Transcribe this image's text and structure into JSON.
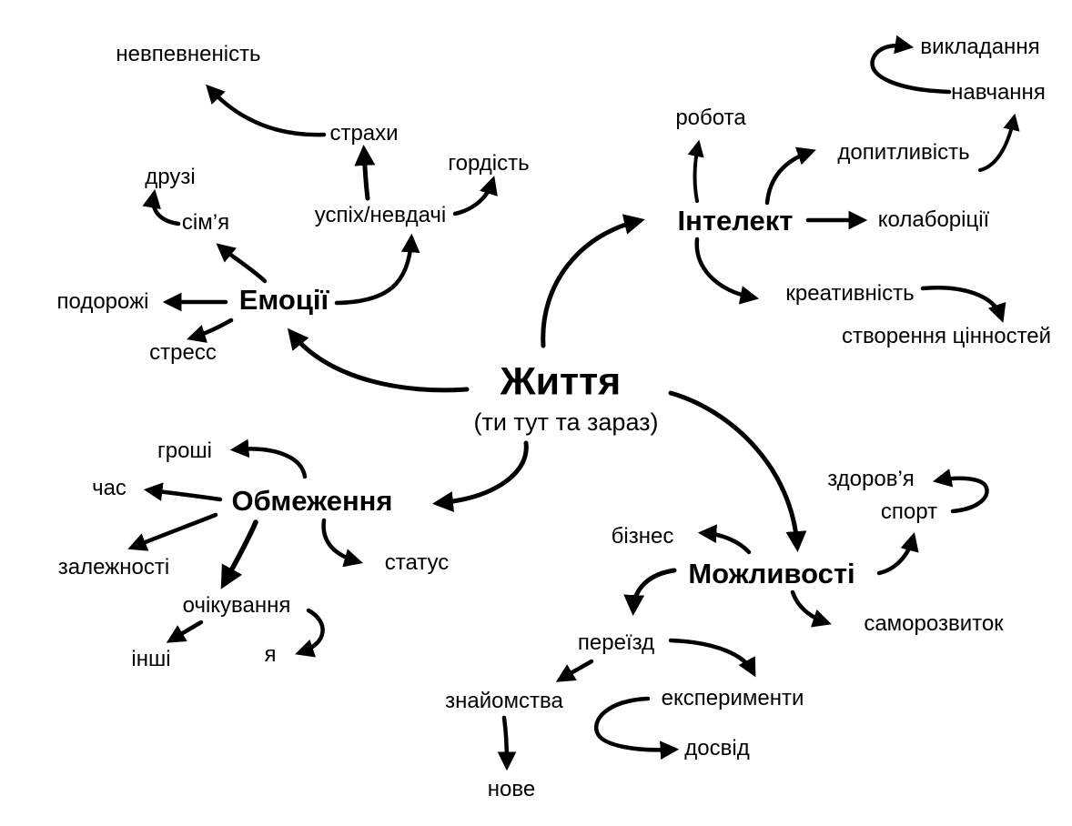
{
  "page": {
    "background_color": "#ffffff",
    "ink_color": "#000000"
  },
  "diagram": {
    "type": "mindmap",
    "language": "Ukrainian",
    "center_node": "zhyttia",
    "nodes": {
      "zhyttia": {
        "label": "Життя",
        "subtitle": "(ти тут та зараз)",
        "level": "center"
      },
      "emotsii": {
        "label": "Емоції",
        "level": "branch"
      },
      "intelekt": {
        "label": "Інтелект",
        "level": "branch"
      },
      "obmezhennia": {
        "label": "Обмеження",
        "level": "branch"
      },
      "mozhlyvosti": {
        "label": "Можливості",
        "level": "branch"
      },
      "nevpevnenist": {
        "label": "невпевненість",
        "level": "leaf"
      },
      "strakhy": {
        "label": "страхи",
        "level": "leaf"
      },
      "hordist": {
        "label": "гордість",
        "level": "leaf"
      },
      "druzi": {
        "label": "друзі",
        "level": "leaf"
      },
      "simia": {
        "label": "сім’я",
        "level": "leaf"
      },
      "uspikh": {
        "label": "успіх/невдачі",
        "level": "leaf"
      },
      "podorozhi": {
        "label": "подорожі",
        "level": "leaf"
      },
      "stress": {
        "label": "стресс",
        "level": "leaf"
      },
      "robota": {
        "label": "робота",
        "level": "leaf"
      },
      "vykladannia": {
        "label": "викладання",
        "level": "leaf"
      },
      "navchannia": {
        "label": "навчання",
        "level": "leaf"
      },
      "dopytlyvist": {
        "label": "допитливість",
        "level": "leaf"
      },
      "kolaboritsii": {
        "label": "колаборіції",
        "level": "leaf"
      },
      "kreatyvnist": {
        "label": "креативність",
        "level": "leaf"
      },
      "stvorennia": {
        "label": "створення цінностей",
        "level": "leaf"
      },
      "hroshi": {
        "label": "гроші",
        "level": "leaf"
      },
      "chas": {
        "label": "час",
        "level": "leaf"
      },
      "zalezhnosti": {
        "label": "залежності",
        "level": "leaf"
      },
      "status": {
        "label": "статус",
        "level": "leaf"
      },
      "ochikuvannia": {
        "label": "очікування",
        "level": "leaf"
      },
      "inshi": {
        "label": "інші",
        "level": "leaf"
      },
      "ya": {
        "label": "я",
        "level": "leaf"
      },
      "zdorovia": {
        "label": "здоров’я",
        "level": "leaf"
      },
      "sport": {
        "label": "спорт",
        "level": "leaf"
      },
      "biznes": {
        "label": "бізнес",
        "level": "leaf"
      },
      "samorozvytok": {
        "label": "саморозвиток",
        "level": "leaf"
      },
      "pereizd": {
        "label": "переїзд",
        "level": "leaf"
      },
      "znaiomstva": {
        "label": "знайомства",
        "level": "leaf"
      },
      "eksperymenty": {
        "label": "експерименти",
        "level": "leaf"
      },
      "dosvid": {
        "label": "досвід",
        "level": "leaf"
      },
      "nove": {
        "label": "нове",
        "level": "leaf"
      }
    },
    "edges": [
      {
        "from": "zhyttia",
        "to": "emotsii"
      },
      {
        "from": "zhyttia",
        "to": "intelekt"
      },
      {
        "from": "zhyttia",
        "to": "obmezhennia"
      },
      {
        "from": "zhyttia",
        "to": "mozhlyvosti"
      },
      {
        "from": "emotsii",
        "to": "simia"
      },
      {
        "from": "simia",
        "to": "druzi"
      },
      {
        "from": "emotsii",
        "to": "uspikh"
      },
      {
        "from": "uspikh",
        "to": "strakhy"
      },
      {
        "from": "strakhy",
        "to": "nevpevnenist"
      },
      {
        "from": "uspikh",
        "to": "hordist"
      },
      {
        "from": "emotsii",
        "to": "podorozhi"
      },
      {
        "from": "emotsii",
        "to": "stress"
      },
      {
        "from": "intelekt",
        "to": "robota"
      },
      {
        "from": "intelekt",
        "to": "dopytlyvist"
      },
      {
        "from": "dopytlyvist",
        "to": "navchannia"
      },
      {
        "from": "navchannia",
        "to": "vykladannia"
      },
      {
        "from": "intelekt",
        "to": "kolaboritsii"
      },
      {
        "from": "intelekt",
        "to": "kreatyvnist"
      },
      {
        "from": "kreatyvnist",
        "to": "stvorennia"
      },
      {
        "from": "obmezhennia",
        "to": "hroshi"
      },
      {
        "from": "obmezhennia",
        "to": "chas"
      },
      {
        "from": "obmezhennia",
        "to": "zalezhnosti"
      },
      {
        "from": "obmezhennia",
        "to": "ochikuvannia"
      },
      {
        "from": "obmezhennia",
        "to": "status"
      },
      {
        "from": "ochikuvannia",
        "to": "inshi"
      },
      {
        "from": "ochikuvannia",
        "to": "ya"
      },
      {
        "from": "mozhlyvosti",
        "to": "biznes"
      },
      {
        "from": "mozhlyvosti",
        "to": "sport"
      },
      {
        "from": "sport",
        "to": "zdorovia"
      },
      {
        "from": "mozhlyvosti",
        "to": "samorozvytok"
      },
      {
        "from": "mozhlyvosti",
        "to": "pereizd"
      },
      {
        "from": "pereizd",
        "to": "znaiomstva"
      },
      {
        "from": "pereizd",
        "to": "eksperymenty"
      },
      {
        "from": "eksperymenty",
        "to": "dosvid"
      },
      {
        "from": "znaiomstva",
        "to": "nove"
      }
    ]
  }
}
